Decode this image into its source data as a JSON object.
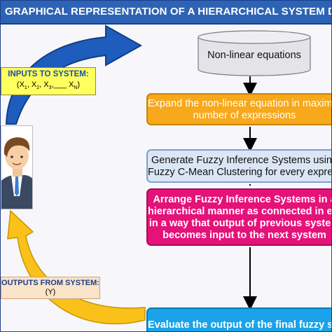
{
  "title": "GRAPHICAL REPRESENTATION OF A HIERARCHICAL SYSTEM DESIGN",
  "inputs": {
    "title": "INPUTS TO SYSTEM:",
    "open": "(X",
    "s1": "1",
    "sep1": ", X",
    "s2": "2",
    "sep2": ", X",
    "s3": "3",
    "sep3": ",___ X",
    "sN": "N",
    "close": ")"
  },
  "outputs": {
    "title": "OUTPUTS FROM SYSTEM:",
    "value": "(Y)"
  },
  "steps": {
    "equations": "Non-linear equations",
    "expand": [
      "Expand the non-linear equation in maximum",
      "number of expressions"
    ],
    "generate": [
      "Generate Fuzzy Inference Systems using",
      "Fuzzy C-Mean Clustering for every expression"
    ],
    "arrange": [
      "Arrange Fuzzy Inference Systems in a",
      "hierarchical manner as connected in equation",
      "in a way that output of previous system",
      "becomes input to the next system"
    ],
    "evaluate": "Evaluate the output of the final fuzzy system"
  },
  "colors": {
    "title_bar": "#2d63b5",
    "expand_box": "#f7a81b",
    "generate_box": "#dbe6f5",
    "arrange_box": "#e5127a",
    "evaluate_box": "#1aa3e8",
    "inputs_box": "#ffff5e",
    "outputs_box": "#fbe3c8",
    "input_arrow": "#1e5dbd",
    "output_arrow": "#f9c11a"
  }
}
